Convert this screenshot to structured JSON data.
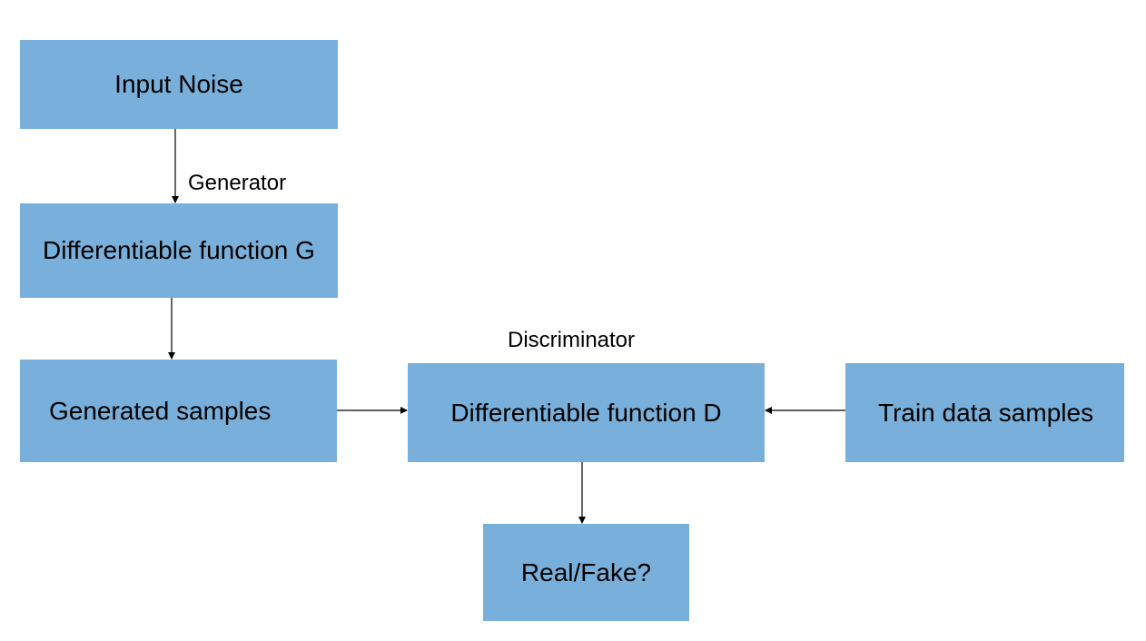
{
  "colors": {
    "node_fill": "#79b0db",
    "edge": "#000000",
    "background": "#ffffff"
  },
  "nodes": {
    "input_noise": "Input Noise",
    "generator_function": "Differentiable function G",
    "generated_samples": "Generated samples",
    "discriminator_function": "Differentiable function D",
    "train_data": "Train data samples",
    "output": "Real/Fake?"
  },
  "labels": {
    "generator": "Generator",
    "discriminator": "Discriminator"
  },
  "edges": [
    {
      "from": "input_noise",
      "to": "generator_function"
    },
    {
      "from": "generator_function",
      "to": "generated_samples"
    },
    {
      "from": "generated_samples",
      "to": "discriminator_function"
    },
    {
      "from": "train_data",
      "to": "discriminator_function"
    },
    {
      "from": "discriminator_function",
      "to": "output"
    }
  ]
}
